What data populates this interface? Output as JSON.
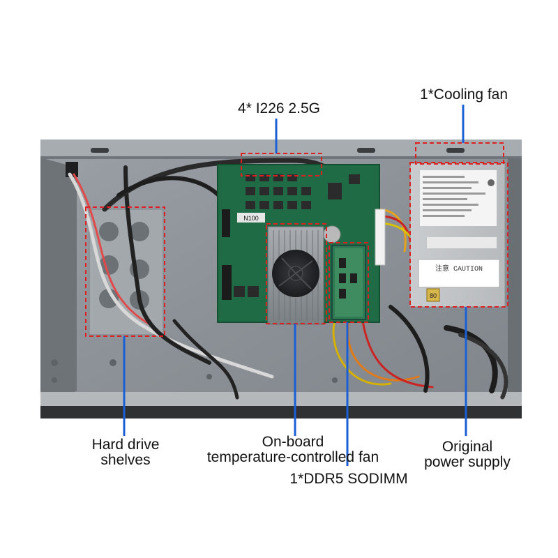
{
  "labels": {
    "lan_ports": "4* I226 2.5G",
    "cooling_fan": "1*Cooling fan",
    "hdd_shelves_line1": "Hard drive",
    "hdd_shelves_line2": "shelves",
    "onboard_fan_line1": "On-board",
    "onboard_fan_line2": "temperature-controlled fan",
    "sodimm": "1*DDR5 SODIMM",
    "psu_line1": "Original",
    "psu_line2": "power supply"
  },
  "board": {
    "cpu_mark": "N100"
  },
  "psu": {
    "caution_text": "注意  CAUTION",
    "cert_badge": "80"
  },
  "colors": {
    "callout_red": "#e02020",
    "leader_blue": "#1a5fd6",
    "board_green": "#1e6b45",
    "chassis_gray": "#8a9096"
  }
}
